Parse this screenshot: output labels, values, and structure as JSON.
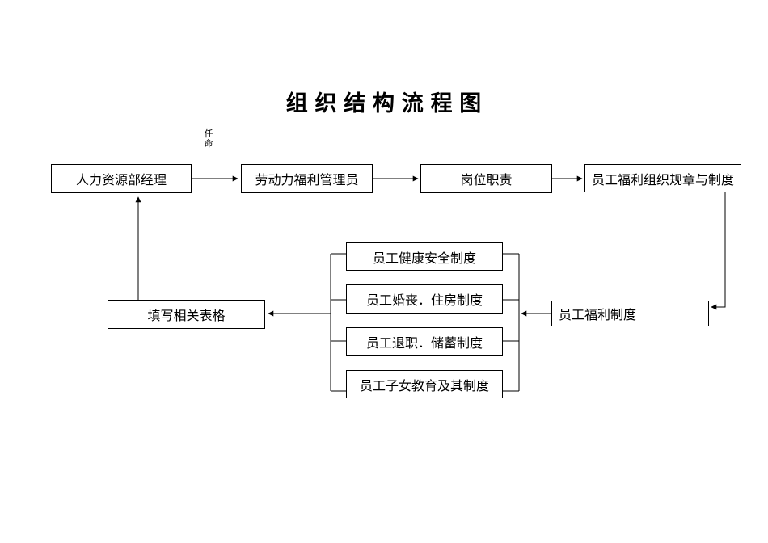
{
  "title": "组 织 结 构 流 程 图",
  "labels": {
    "appointment": "任\n命"
  },
  "nodes": {
    "hr_manager": {
      "label": "人力资源部经理"
    },
    "welfare_admin": {
      "label": "劳动力福利管理员"
    },
    "job_duties": {
      "label": "岗位职责"
    },
    "org_rules": {
      "label": "员工福利组织规章与制度"
    },
    "health_safety": {
      "label": "员工健康安全制度"
    },
    "marriage_housing": {
      "label": "员工婚丧．住房制度"
    },
    "retirement_savings": {
      "label": "员工退职．储蓄制度"
    },
    "children_education": {
      "label": "员工子女教育及其制度"
    },
    "fill_forms": {
      "label": "填写相关表格"
    },
    "welfare_system": {
      "label": "员工福利制度"
    }
  },
  "edges": [
    {
      "from": "hr_manager",
      "to": "welfare_admin",
      "label": "任命"
    },
    {
      "from": "welfare_admin",
      "to": "job_duties"
    },
    {
      "from": "job_duties",
      "to": "org_rules"
    },
    {
      "from": "org_rules",
      "to": "welfare_system"
    },
    {
      "from": "welfare_system",
      "to": "health_safety"
    },
    {
      "from": "welfare_system",
      "to": "marriage_housing"
    },
    {
      "from": "welfare_system",
      "to": "retirement_savings"
    },
    {
      "from": "welfare_system",
      "to": "children_education"
    },
    {
      "from": "health_safety",
      "to": "fill_forms"
    },
    {
      "from": "marriage_housing",
      "to": "fill_forms"
    },
    {
      "from": "retirement_savings",
      "to": "fill_forms"
    },
    {
      "from": "children_education",
      "to": "fill_forms"
    },
    {
      "from": "fill_forms",
      "to": "hr_manager"
    }
  ],
  "colors": {
    "line": "#000000",
    "background": "#ffffff",
    "text": "#000000"
  }
}
